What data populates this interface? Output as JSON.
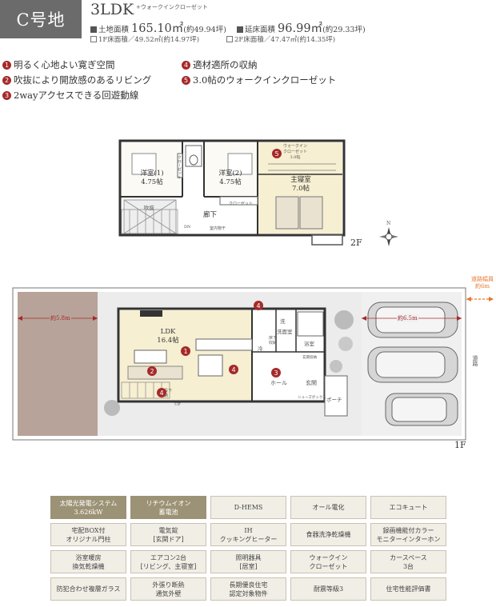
{
  "header": {
    "badge": "C号地",
    "plan_type": "3LDK",
    "plan_sub": "+ウォークインクローゼット",
    "land_label": "土地面積",
    "land_value": "165.10㎡",
    "land_tsubo": "(約49.94坪)",
    "floor_label": "延床面積",
    "floor_value": "96.99㎡",
    "floor_tsubo": "(約29.33坪)",
    "f1": "1F床面積／49.52㎡(約14.97坪)",
    "f2": "2F床面積／47.47㎡(約14.35坪)"
  },
  "features": [
    {
      "num": "1",
      "text": "明るく心地よい寛ぎ空間"
    },
    {
      "num": "2",
      "text": "吹抜により開放感のあるリビング"
    },
    {
      "num": "3",
      "text": "2wayアクセスできる回遊動線"
    },
    {
      "num": "4",
      "text": "適材適所の収納"
    },
    {
      "num": "5",
      "text": "3.0帖のウォークインクローゼット"
    }
  ],
  "plan2f": {
    "room1": "洋室(1)",
    "room1_size": "4.75帖",
    "room2": "洋室(2)",
    "room2_size": "4.75帖",
    "master": "主寝室",
    "master_size": "7.0帖",
    "wic": "ウォークイン\nクローゼット\n3.0帖",
    "closet1": "クローゼット",
    "closet2": "クローゼット",
    "fukinuke": "吹抜",
    "hall": "廊下",
    "hall_note": "室内物干",
    "dn": "DN",
    "floor_label": "2F",
    "north": "N",
    "pin5": "5"
  },
  "plan1f": {
    "ldk": "LDK",
    "ldk_size": "16.4帖",
    "washroom": "洗面室",
    "wash": "洗",
    "bath": "浴室",
    "hall": "ホール",
    "entrance": "玄関",
    "porch": "ポーチ",
    "shoes": "シューズボックス",
    "fridge": "冷",
    "storage": "階段下\n収納",
    "linen": "床下\n収納",
    "width_left": "約5.8m",
    "width_right": "約6.5m",
    "road_width": "道路幅員\n約6m",
    "road": "道路",
    "up": "UP",
    "floor_label": "1F",
    "entrance_storage": "玄関収納",
    "pins": [
      "1",
      "2",
      "3",
      "4",
      "4",
      "4"
    ]
  },
  "equipment": [
    {
      "label": "太陽光発電システム\n3.626kW",
      "highlight": true
    },
    {
      "label": "リチウムイオン\n蓄電池",
      "highlight": true
    },
    {
      "label": "D-HEMS",
      "highlight": false
    },
    {
      "label": "オール電化",
      "highlight": false
    },
    {
      "label": "エコキュート",
      "highlight": false
    },
    {
      "label": "宅配BOX付\nオリジナル門柱",
      "highlight": false
    },
    {
      "label": "電気錠\n[玄関ドア]",
      "highlight": false
    },
    {
      "label": "IH\nクッキングヒーター",
      "highlight": false
    },
    {
      "label": "食器洗浄乾燥機",
      "highlight": false
    },
    {
      "label": "録画機能付カラー\nモニターインターホン",
      "highlight": false
    },
    {
      "label": "浴室暖房\n換気乾燥機",
      "highlight": false
    },
    {
      "label": "エアコン2台\n[リビング、主寝室]",
      "highlight": false
    },
    {
      "label": "照明器具\n[居室]",
      "highlight": false
    },
    {
      "label": "ウォークイン\nクローゼット",
      "highlight": false
    },
    {
      "label": "カースペース\n3台",
      "highlight": false
    },
    {
      "label": "防犯合わせ複層ガラス",
      "highlight": false
    },
    {
      "label": "外張り断熱\n通気外壁",
      "highlight": false
    },
    {
      "label": "長期優良住宅\n認定対象物件",
      "highlight": false
    },
    {
      "label": "耐震等級3",
      "highlight": false
    },
    {
      "label": "住宅性能評価書",
      "highlight": false
    }
  ],
  "colors": {
    "accent": "#a52a2a",
    "badge": "#6b6b6b",
    "grid_highlight": "#9c9275",
    "grid_cell": "#f1eee6",
    "land_brown": "#b7a39a",
    "arrow_orange": "#e8772e"
  }
}
